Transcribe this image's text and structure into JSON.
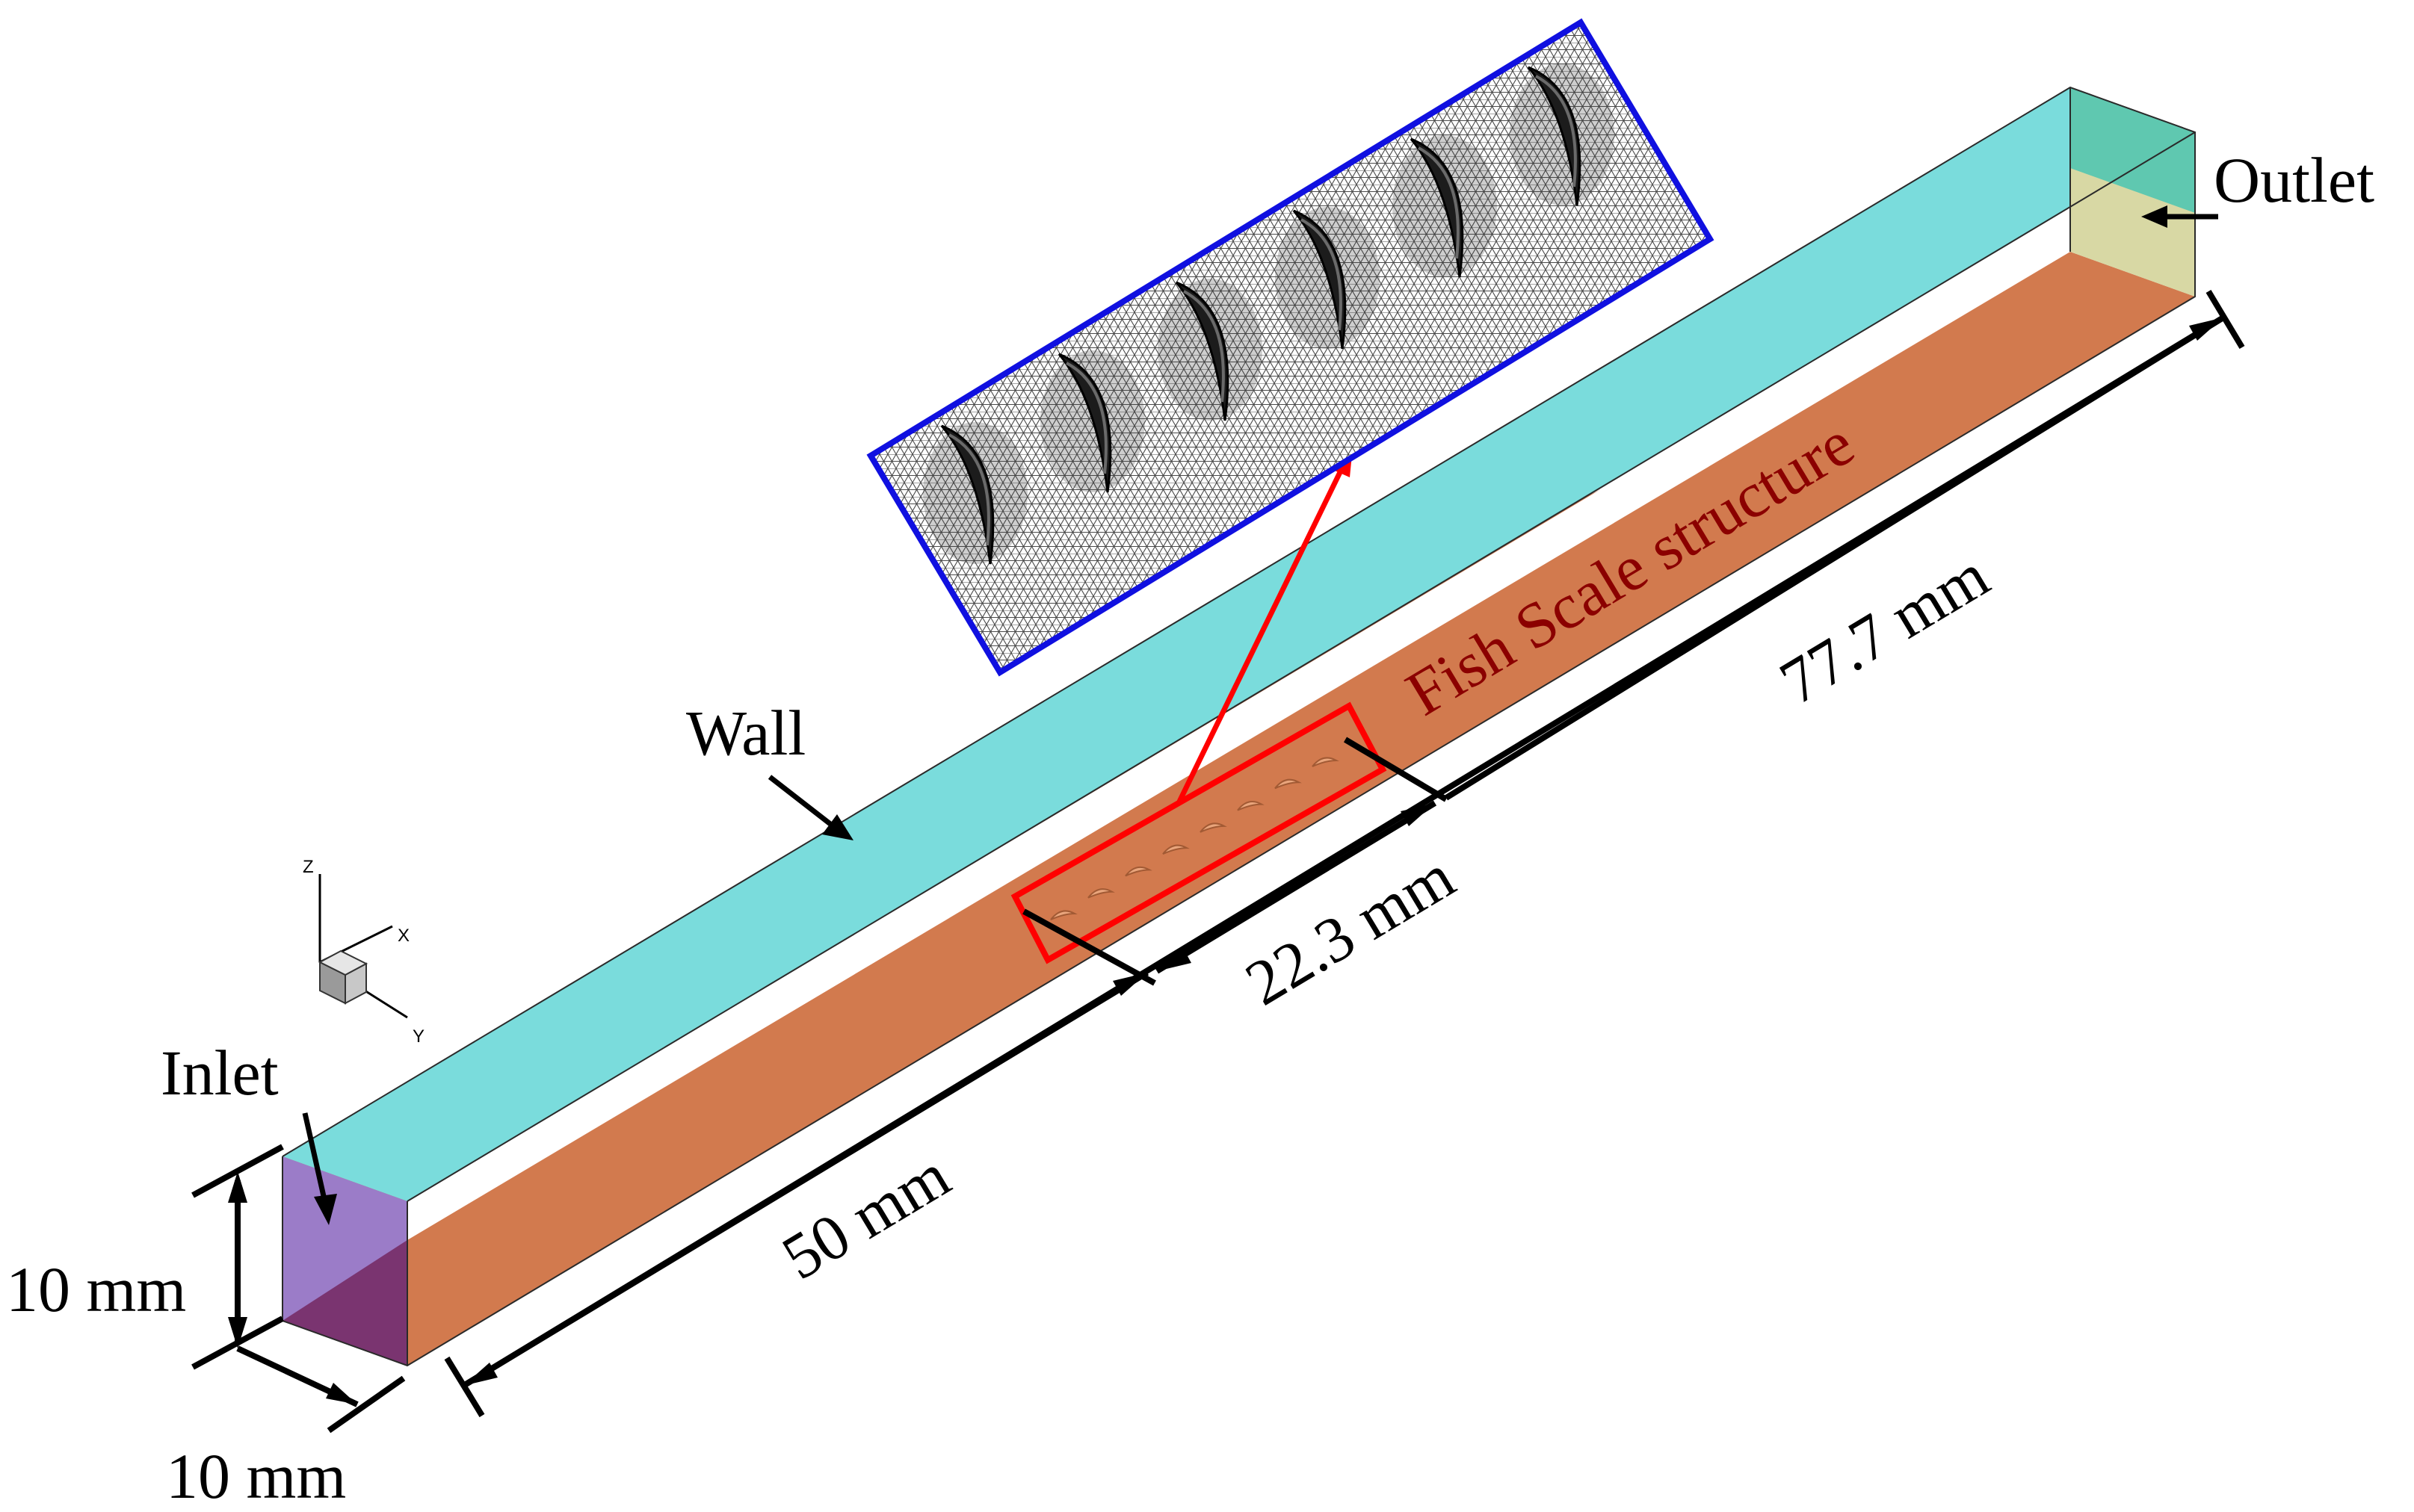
{
  "labels": {
    "outlet": "Outlet",
    "wall": "Wall",
    "inlet": "Inlet",
    "fish_scale": "Fish Scale structure",
    "dim_length_total": "77.7 mm",
    "dim_scale_length": "22.3 mm",
    "dim_entrance": "50 mm",
    "dim_height": "10 mm",
    "dim_width": "10 mm"
  },
  "axes": {
    "z": "Z",
    "x": "X",
    "y": "Y"
  },
  "colors": {
    "wall_face": "#7adcdc",
    "bottom_face": "#d27a4e",
    "inlet_face": "#9b7cc8",
    "inlet_lower": "#7a3470",
    "outlet_face": "#d8d8a4",
    "outlet_top": "#5fc8b0",
    "highlight": "#ff0000",
    "inset_border": "#1010e0"
  },
  "inset": {
    "scale_count": 6
  }
}
